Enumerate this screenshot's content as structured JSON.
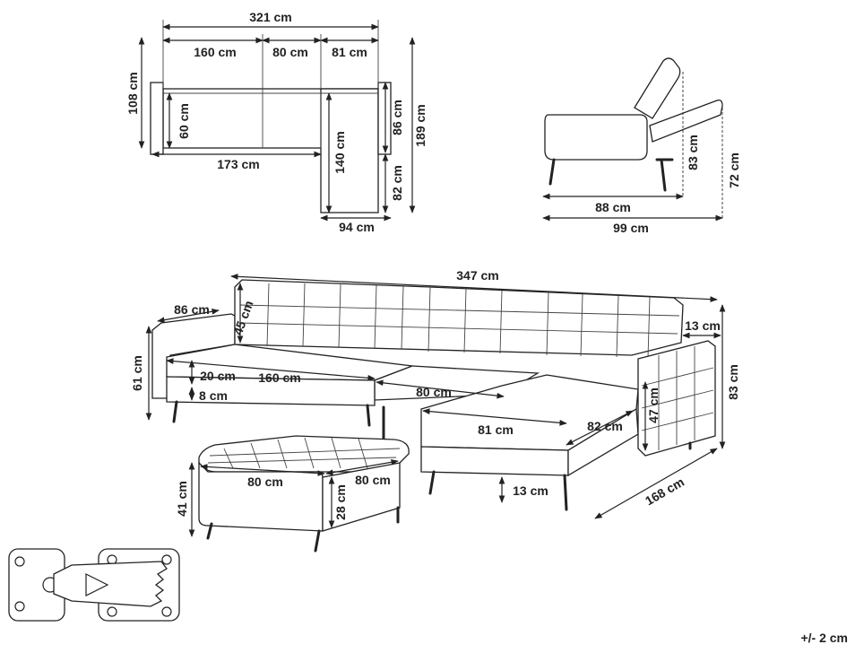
{
  "top_view": {
    "total_width": "321 cm",
    "seg_1": "160 cm",
    "seg_2": "80 cm",
    "seg_3": "81 cm",
    "depth": "108 cm",
    "seat_depth": "60 cm",
    "seat_width": "173 cm",
    "chaise_seat_length": "140 cm",
    "chaise_back_depth": "86 cm",
    "total_length": "189 cm",
    "chaise_depth": "82 cm",
    "chaise_width": "94 cm"
  },
  "side_view": {
    "height_reclined": "83 cm",
    "height_flat": "72 cm",
    "seat_length": "88 cm",
    "total_length": "99 cm"
  },
  "main_view": {
    "total_width": "347 cm",
    "armrest_depth": "86 cm",
    "back_height": "45 cm",
    "armrest_width": "13 cm",
    "armrest_height": "61 cm",
    "total_height": "83 cm",
    "cushion_height": "20 cm",
    "seat_width": "160 cm",
    "leg_height": "8 cm",
    "middle_width": "80 cm",
    "chaise_width": "81 cm",
    "chaise_length": "82 cm",
    "arm_height": "47 cm",
    "chaise_leg_height": "13 cm",
    "chaise_total_length": "168 cm"
  },
  "ottoman": {
    "width": "80 cm",
    "depth": "80 cm",
    "height": "41 cm",
    "cushion_height": "28 cm"
  },
  "tolerance": "+/- 2 cm"
}
